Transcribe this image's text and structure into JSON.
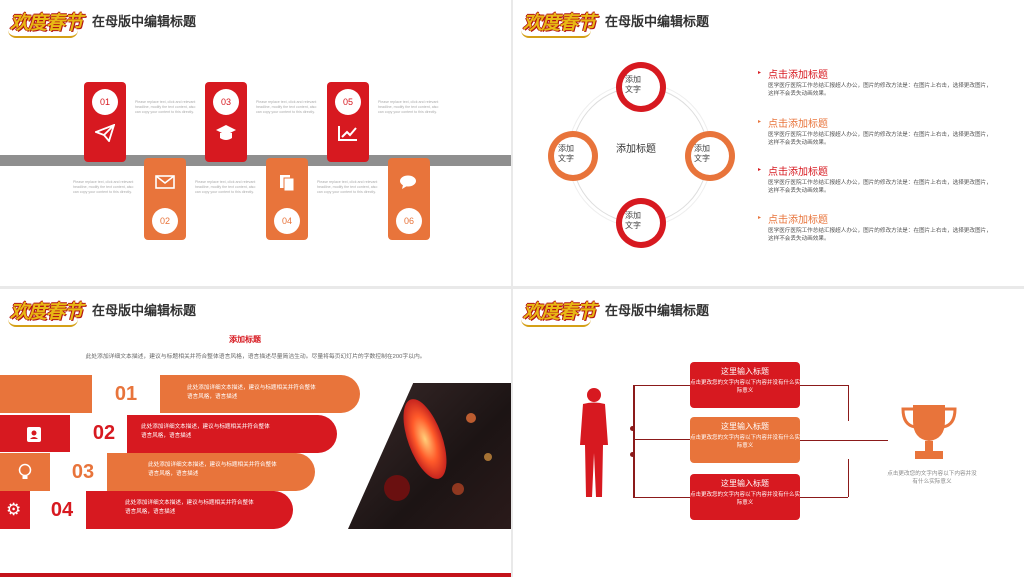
{
  "header": {
    "logo_text": "欢度春节",
    "title": "在母版中编辑标题"
  },
  "slide1": {
    "placeholder_text": "Please replace text, click and relevant headline, modify the text content, also can copy your content to this directly.",
    "steps": [
      {
        "num": "01",
        "icon": "paper-plane-icon"
      },
      {
        "num": "02",
        "icon": "envelope-icon"
      },
      {
        "num": "03",
        "icon": "graduation-cap-icon"
      },
      {
        "num": "04",
        "icon": "document-icon"
      },
      {
        "num": "05",
        "icon": "line-chart-icon"
      },
      {
        "num": "06",
        "icon": "chat-bubble-icon"
      }
    ]
  },
  "slide2": {
    "center": "添加标题",
    "nodes": [
      "添加\n文字",
      "添加\n文字",
      "添加\n文字",
      "添加\n文字"
    ],
    "items": [
      {
        "head": "点击添加标题",
        "body": "医学医疗医院工作总结汇报超人办公，图片的修改方法是：在图片上右击，选择更改图片，这样不会丢失动画效果。"
      },
      {
        "head": "点击添加标题",
        "body": "医学医疗医院工作总结汇报超人办公，图片的修改方法是：在图片上右击，选择更改图片，这样不会丢失动画效果。"
      },
      {
        "head": "点击添加标题",
        "body": "医学医疗医院工作总结汇报超人办公，图片的修改方法是：在图片上右击，选择更改图片，这样不会丢失动画效果。"
      },
      {
        "head": "点击添加标题",
        "body": "医学医疗医院工作总结汇报超人办公，图片的修改方法是：在图片上右击，选择更改图片，这样不会丢失动画效果。"
      }
    ]
  },
  "slide3": {
    "heading": "添加标题",
    "intro": "此处添加详细文本描述，建议与标题相关并符合整体语言风格，语言描述尽量简洁生动。尽量将每页幻灯片的字数控制在200字以内。",
    "rows": [
      {
        "num": "01",
        "line1": "此处添加详细文本描述，建议与标题相关并符合整体",
        "line2": "语言风格，语言描述",
        "icon": ""
      },
      {
        "num": "02",
        "line1": "此处添加详细文本描述，建议与标题相关并符合整体",
        "line2": "语言风格，语言描述",
        "icon": "id-badge-icon"
      },
      {
        "num": "03",
        "line1": "此处添加详细文本描述，建议与标题相关并符合整体",
        "line2": "语言风格，语言描述",
        "icon": "lightbulb-icon"
      },
      {
        "num": "04",
        "line1": "此处添加详细文本描述，建议与标题相关并符合整体",
        "line2": "语言风格，语言描述",
        "icon": "gear-icon"
      }
    ]
  },
  "slide4": {
    "boxes": [
      {
        "head": "这里输入标题",
        "body": "点击更改您的文字内容以下内容并没有什么实际意义"
      },
      {
        "head": "这里输入标题",
        "body": "点击更改您的文字内容以下内容并没有什么实际意义"
      },
      {
        "head": "这里输入标题",
        "body": "点击更改您的文字内容以下内容并没有什么实际意义"
      }
    ],
    "trophy_text": "点击更改您的文字内容以下内容并没有什么实际意义"
  },
  "colors": {
    "red": "#d71920",
    "orange": "#e8743b",
    "dark_red": "#8b1a1a",
    "gray_bar": "#8f8f8f"
  }
}
